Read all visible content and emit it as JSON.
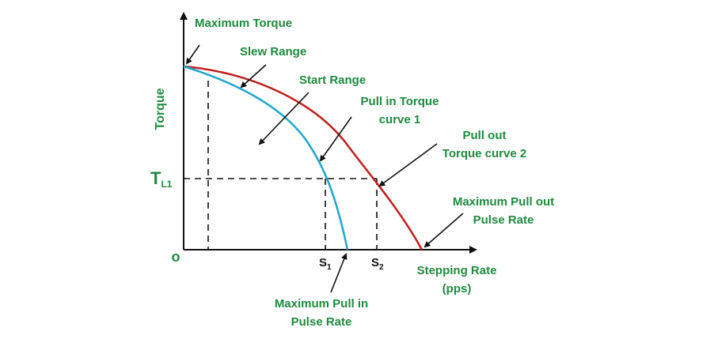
{
  "colors": {
    "label_green": "#1e8a3e",
    "pull_out_curve": "#c0201c",
    "pull_in_curve": "#1ea6cf",
    "axis": "#111111"
  },
  "axes": {
    "y_label": "Torque",
    "x_label_line1": "Stepping Rate",
    "x_label_line2": "(pps)",
    "origin": "o",
    "tl1_main": "T",
    "tl1_sub": "L1",
    "s1_main": "S",
    "s1_sub": "1",
    "s2_main": "S",
    "s2_sub": "2"
  },
  "labels": {
    "max_torque": "Maximum Torque",
    "slew_range": "Slew Range",
    "start_range": "Start Range",
    "pull_in_line1": "Pull in Torque",
    "pull_in_line2": "curve 1",
    "pull_out_line1": "Pull out",
    "pull_out_line2": "Torque curve 2",
    "max_pull_out_line1": "Maximum Pull out",
    "max_pull_out_line2": "Pulse Rate",
    "max_pull_in_line1": "Maximum Pull in",
    "max_pull_in_line2": "Pulse Rate"
  }
}
